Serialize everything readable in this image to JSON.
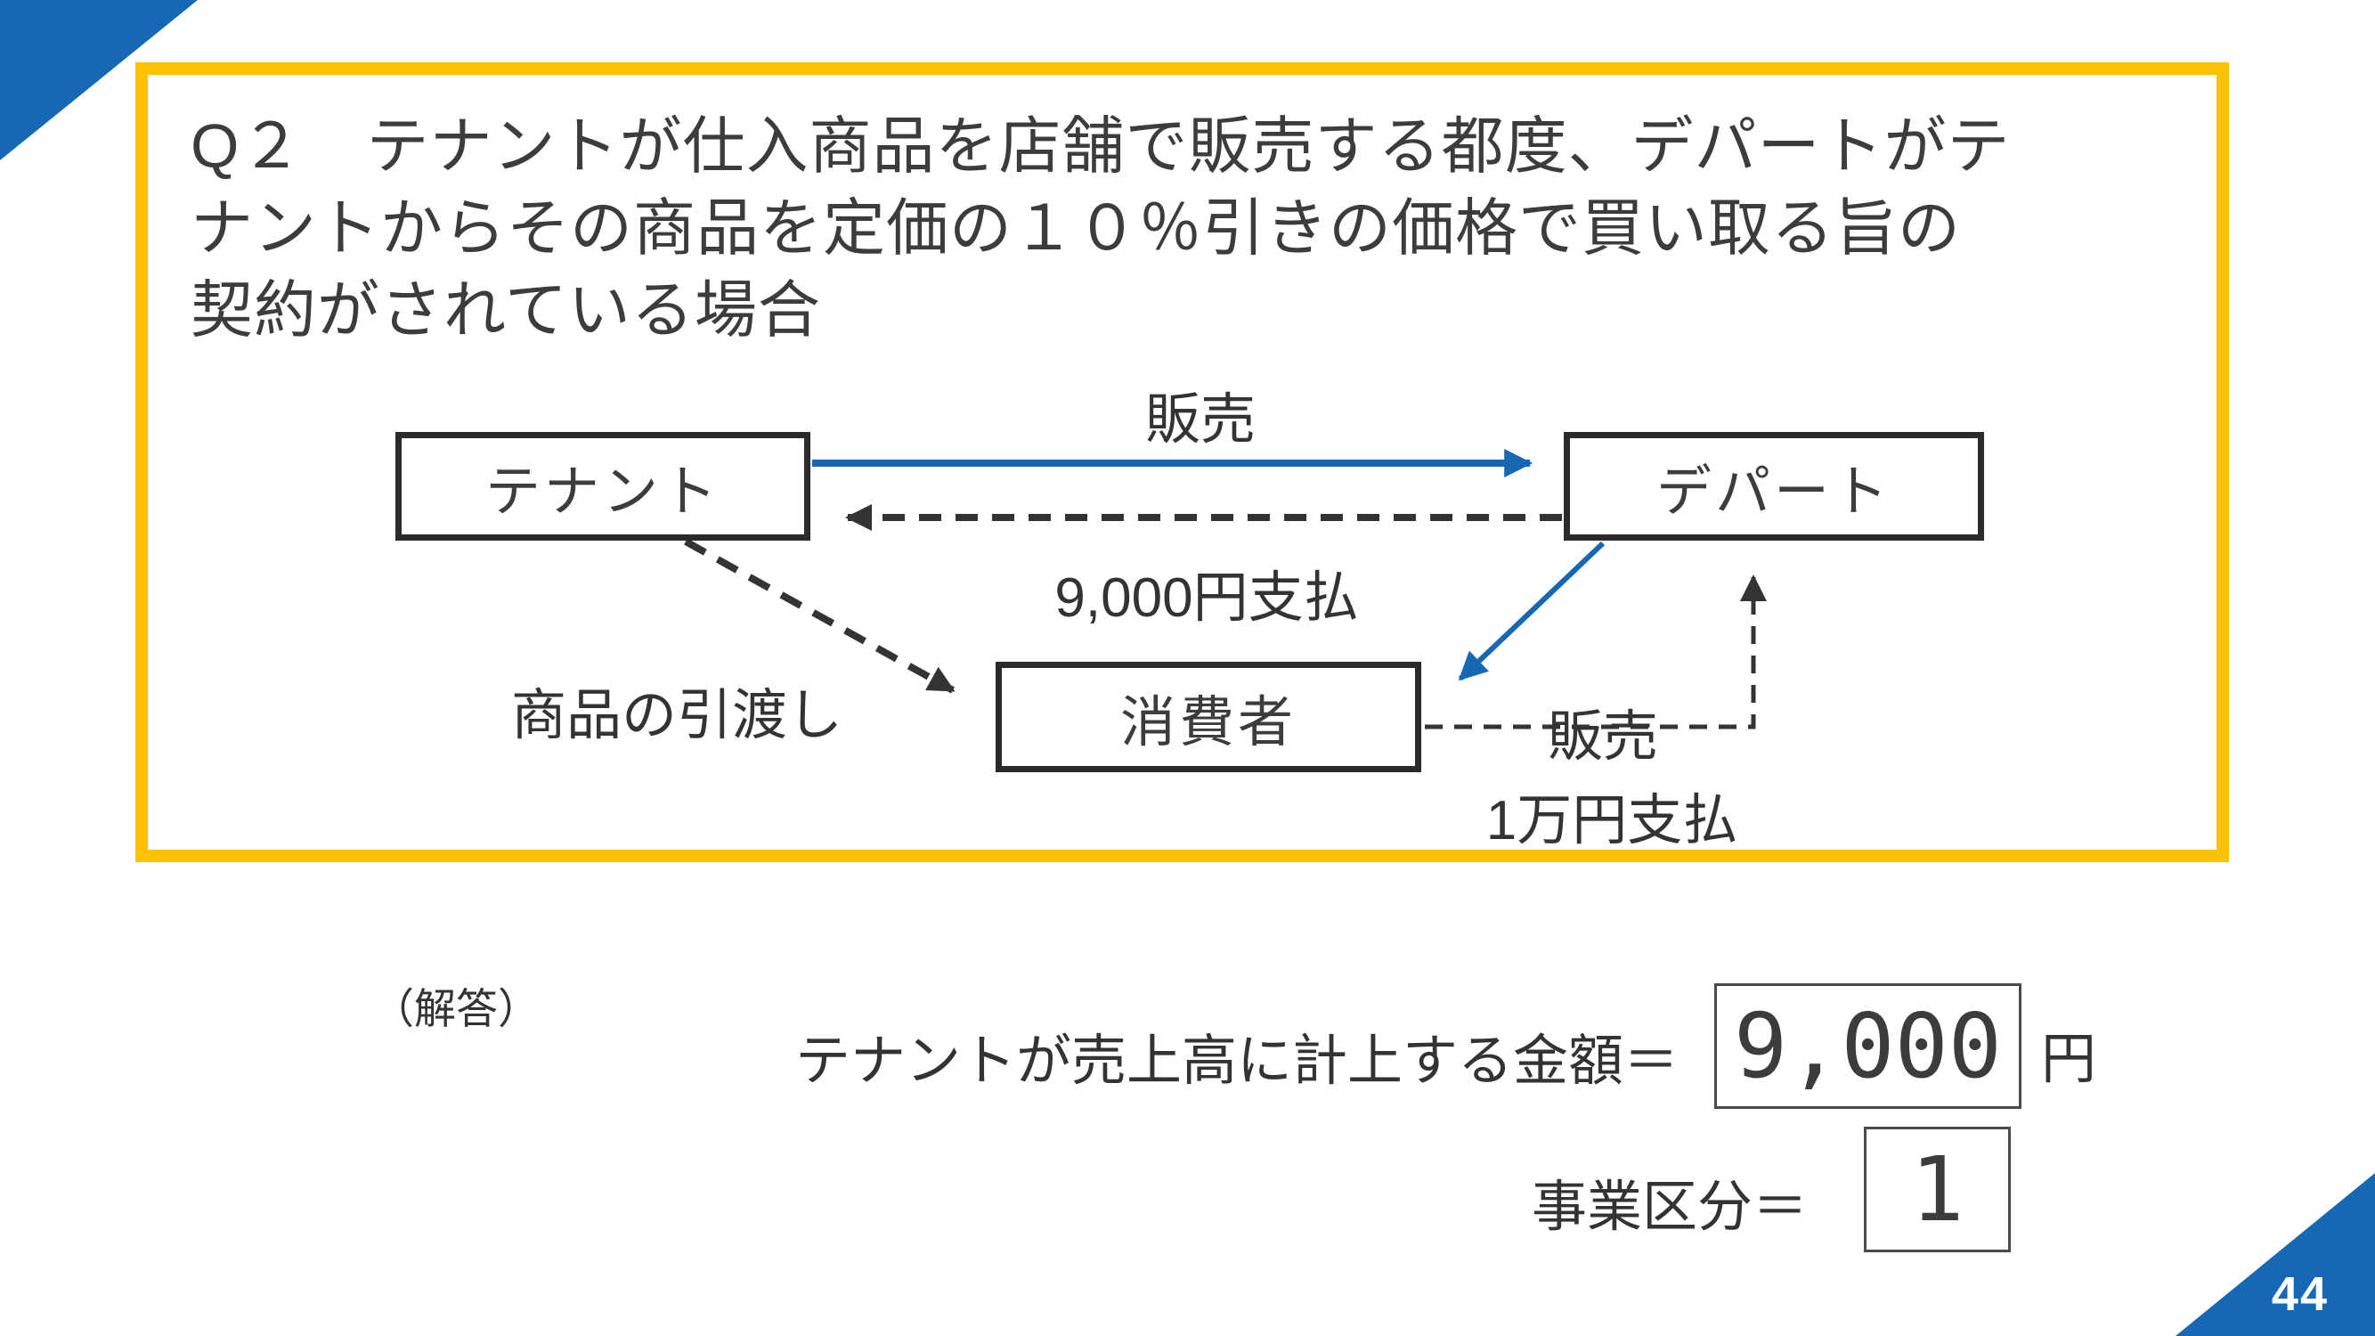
{
  "slide": {
    "page_number": "44",
    "colors": {
      "accent_blue": "#1667b4",
      "frame_yellow": "#ffc000",
      "text_dark": "#3c3c3c"
    },
    "title": {
      "lines": [
        "Q２　テナントが仕入商品を店舗で販売する都度、デパートがテ",
        "ナントからその商品を定価の１０％引きの価格で買い取る旨の",
        "契約がされている場合"
      ]
    },
    "diagram": {
      "nodes": [
        {
          "id": "tenant",
          "label": "テナント"
        },
        {
          "id": "depart",
          "label": "デパート"
        },
        {
          "id": "consumer",
          "label": "消費者"
        }
      ],
      "edges": [
        {
          "from": "tenant",
          "to": "depart",
          "style": "solid-blue",
          "label": "販売"
        },
        {
          "from": "depart",
          "to": "tenant",
          "style": "dashed-black",
          "label": "9,000円支払"
        },
        {
          "from": "tenant",
          "to": "consumer",
          "style": "dashed-black",
          "label": "商品の引渡し"
        },
        {
          "from": "depart",
          "to": "consumer",
          "style": "solid-blue",
          "label": "販売"
        },
        {
          "from": "consumer",
          "to": "depart",
          "style": "dashed-black",
          "label": "1万円支払"
        }
      ]
    },
    "answer": {
      "heading": "（解答）",
      "sales_label": "テナントが売上高に計上する金額＝",
      "sales_value": "9,000",
      "sales_unit": "円",
      "category_label": "事業区分＝",
      "category_value": "1"
    }
  }
}
